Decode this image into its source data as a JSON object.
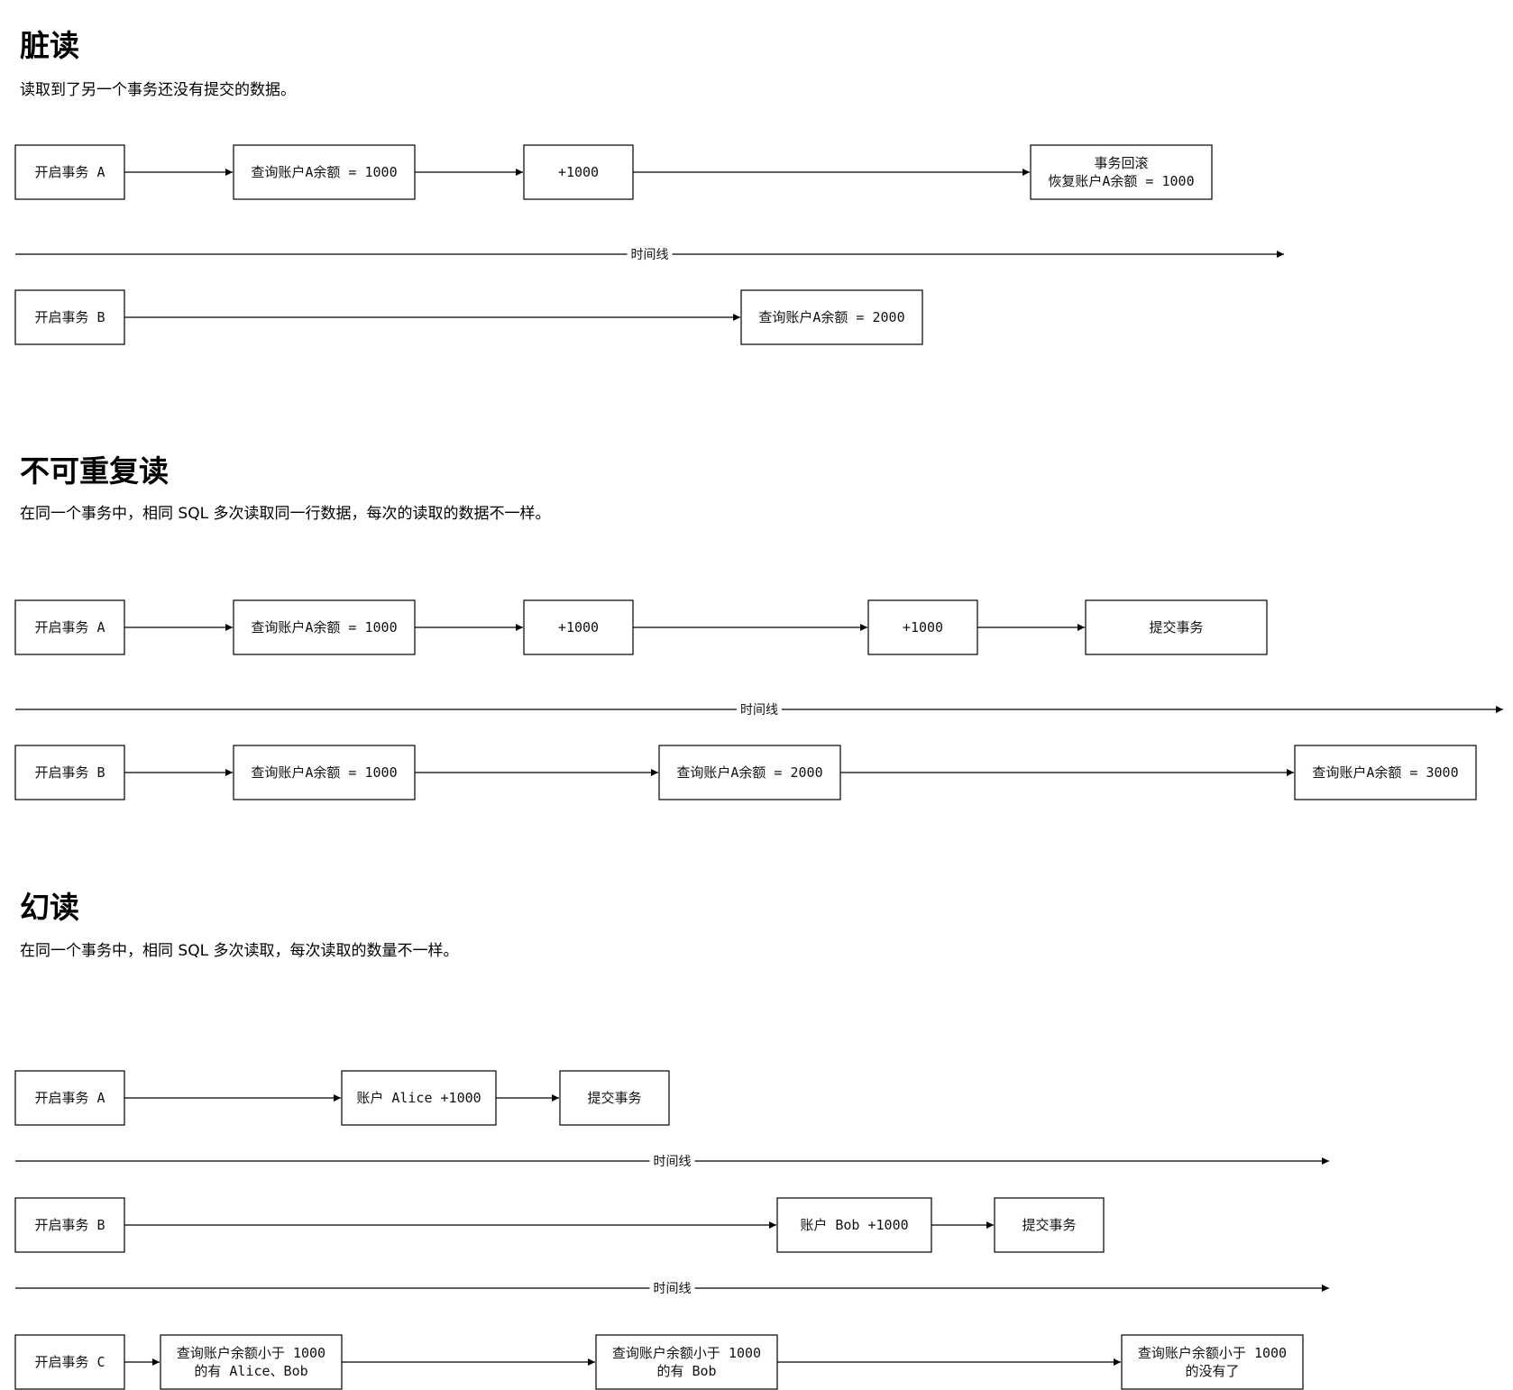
{
  "sections": [
    {
      "title": "脏读",
      "description": "读取到了另一个事务还没有提交的数据。",
      "nodes": [
        [
          "开启事务 A"
        ],
        [
          "查询账户A余额 = 1000"
        ],
        [
          "+1000"
        ],
        [
          "事务回滚",
          "恢复账户A余额 = 1000"
        ],
        [
          "开启事务 B"
        ],
        [
          "查询账户A余额 = 2000"
        ]
      ],
      "timelines": [
        "时间线"
      ]
    },
    {
      "title": "不可重复读",
      "description": "在同一个事务中，相同 SQL 多次读取同一行数据，每次的读取的数据不一样。",
      "nodes": [
        [
          "开启事务 A"
        ],
        [
          "查询账户A余额 = 1000"
        ],
        [
          "+1000"
        ],
        [
          "+1000"
        ],
        [
          "提交事务"
        ],
        [
          "开启事务 B"
        ],
        [
          "查询账户A余额 = 1000"
        ],
        [
          "查询账户A余额 = 2000"
        ],
        [
          "查询账户A余额 = 3000"
        ]
      ],
      "timelines": [
        "时间线"
      ]
    },
    {
      "title": "幻读",
      "description": "在同一个事务中，相同 SQL 多次读取，每次读取的数量不一样。",
      "nodes": [
        [
          "开启事务 A"
        ],
        [
          "账户 Alice +1000"
        ],
        [
          "提交事务"
        ],
        [
          "开启事务 B"
        ],
        [
          "账户 Bob +1000"
        ],
        [
          "提交事务"
        ],
        [
          "开启事务 C"
        ],
        [
          "查询账户余额小于 1000",
          "的有 Alice、Bob"
        ],
        [
          "查询账户余额小于 1000",
          "的有 Bob"
        ],
        [
          "查询账户余额小于 1000",
          "的没有了"
        ]
      ],
      "timelines": [
        "时间线",
        "时间线"
      ]
    }
  ]
}
